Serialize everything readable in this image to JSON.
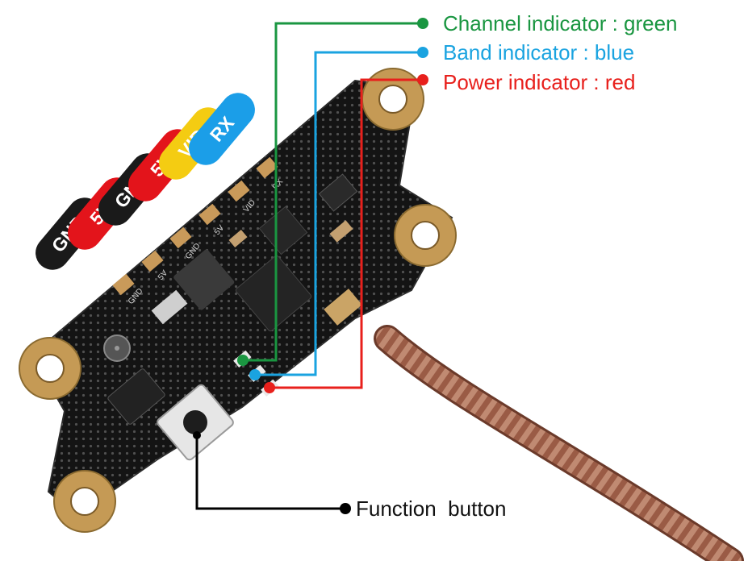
{
  "callouts": {
    "channel": {
      "label": "Channel indicator : green",
      "color": "#1a9641"
    },
    "band": {
      "label": "Band indicator : blue",
      "color": "#1aa3e0"
    },
    "power": {
      "label": "Power indicator : red",
      "color": "#e8201c"
    },
    "function": {
      "label": "Function  button",
      "color": "#000000"
    }
  },
  "pins": [
    {
      "label": "GND",
      "color": "#1a1a1a"
    },
    {
      "label": "5V",
      "color": "#e3141b"
    },
    {
      "label": "GND",
      "color": "#1a1a1a"
    },
    {
      "label": "5V",
      "color": "#e3141b"
    },
    {
      "label": "VID",
      "color": "#f4cc12"
    },
    {
      "label": "RX",
      "color": "#1b9ee8"
    }
  ],
  "pads": [
    "GND",
    "5V",
    "GND",
    "5V",
    "VID",
    "RX"
  ]
}
